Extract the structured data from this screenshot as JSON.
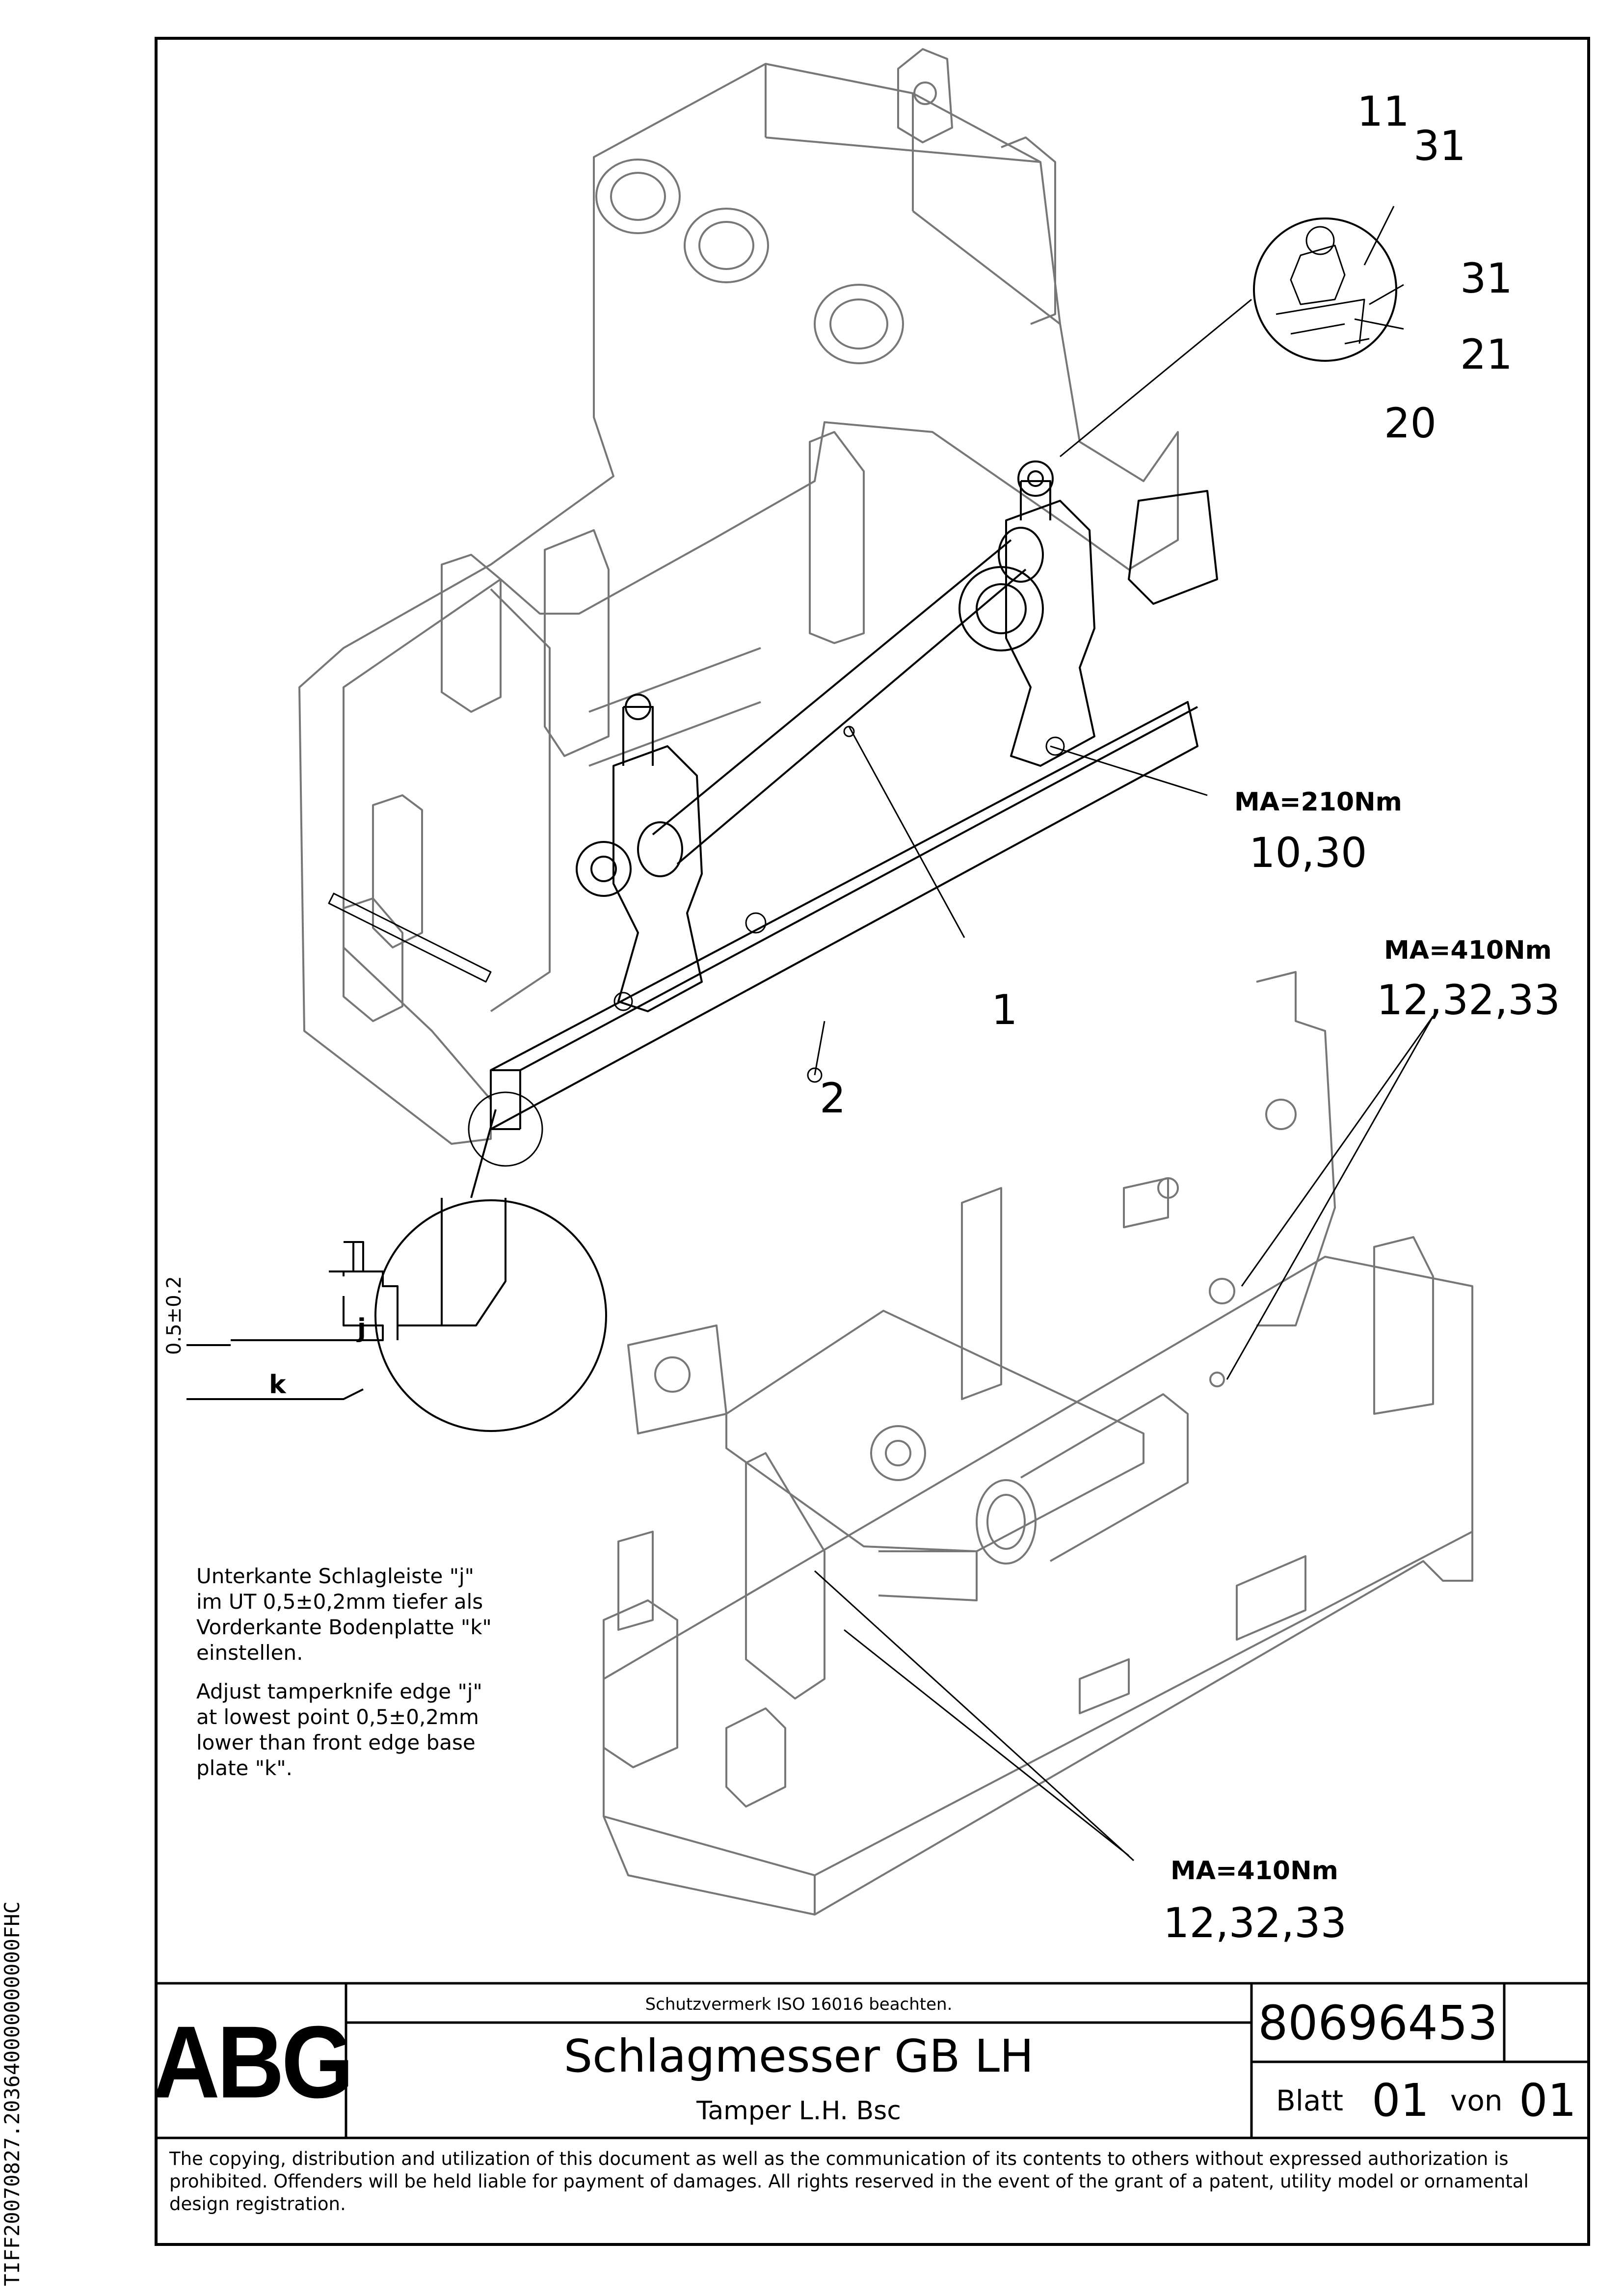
{
  "side_code": "TIFF20070827.203640000000000FHC",
  "callouts": {
    "c11": "11",
    "c31a": "31",
    "c31b": "31",
    "c21": "21",
    "c20": "20",
    "c1": "1",
    "c2": "2",
    "torque_210": "MA=210Nm",
    "parts_210": "10,30",
    "torque_410_upper": "MA=410Nm",
    "parts_410_upper": "12,32,33",
    "torque_410_lower": "MA=410Nm",
    "parts_410_lower": "12,32,33"
  },
  "detail": {
    "dimension": "0.5±0.2",
    "label_j": "j",
    "label_k": "k"
  },
  "notes": {
    "german": "Unterkante Schlagleiste \"j\"\nim UT 0,5±0,2mm tiefer als\nVorderkante Bodenplatte \"k\"\neinstellen.",
    "english": "Adjust tamperknife edge \"j\"\nat lowest point    0,5±0,2mm\nlower than front edge base\nplate \"k\"."
  },
  "title_block": {
    "logo": "ABG",
    "protection_note": "Schutzvermerk ISO 16016 beachten.",
    "title": "Schlagmesser GB LH",
    "subtitle": "Tamper L.H. Bsc",
    "drawing_number": "80696453",
    "sheet_label": "Blatt",
    "sheet_number": "01",
    "of_label": "von",
    "sheet_total": "01"
  },
  "copyright": "The copying, distribution and utilization of this document as well as the communication of its contents to others without expressed authorization is prohibited. Offenders will be held liable for payment of damages. All rights reserved in the event of the grant of a patent, utility model or ornamental design registration."
}
